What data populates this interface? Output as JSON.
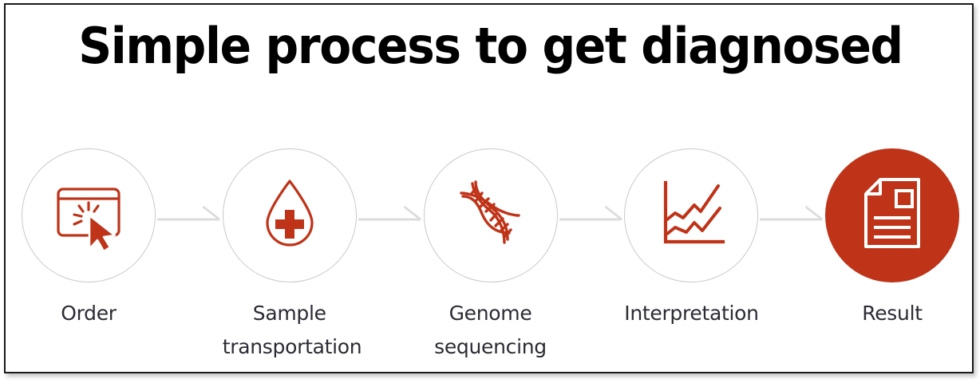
{
  "slide": {
    "title": "Simple process to get diagnosed",
    "background_color": "#ffffff",
    "border_color": "#1a1a1a",
    "accent_color": "#bf3318",
    "circle_outline_color": "#c9c9c9",
    "connector_color": "#dcdcdc",
    "label_color": "#2b2b33"
  },
  "steps": [
    {
      "index": 1,
      "label": "Order",
      "icon": "click-cursor-window-icon",
      "style": "outline"
    },
    {
      "index": 2,
      "label": "Sample\ntransportation",
      "icon": "blood-drop-cross-icon",
      "style": "outline"
    },
    {
      "index": 3,
      "label": "Genome\nsequencing",
      "icon": "dna-helix-icon",
      "style": "outline"
    },
    {
      "index": 4,
      "label": "Interpretation",
      "icon": "line-chart-icon",
      "style": "outline"
    },
    {
      "index": 5,
      "label": "Result",
      "icon": "document-report-icon",
      "style": "filled"
    }
  ],
  "connectors": [
    {
      "from": "Order",
      "to": "Sample transportation",
      "icon": "arrow-right-icon"
    },
    {
      "from": "Sample transportation",
      "to": "Genome sequencing",
      "icon": "arrow-right-icon"
    },
    {
      "from": "Genome sequencing",
      "to": "Interpretation",
      "icon": "arrow-right-icon"
    },
    {
      "from": "Interpretation",
      "to": "Result",
      "icon": "arrow-right-icon"
    }
  ]
}
